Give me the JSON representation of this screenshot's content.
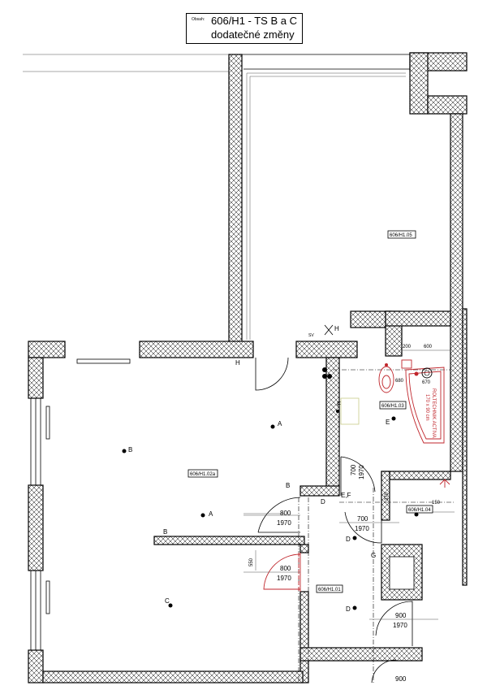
{
  "title_block": {
    "label_small": "Obsah:",
    "line1": "606/H1 - TS B a C",
    "line2": "dodatečné změny"
  },
  "rooms": [
    {
      "id": "r05",
      "label": "606/H1.05"
    },
    {
      "id": "r03",
      "label": "606/H1.03"
    },
    {
      "id": "r02a",
      "label": "606/H1.02a"
    },
    {
      "id": "r04",
      "label": "606/H1.04"
    },
    {
      "id": "r01",
      "label": "606/H1.01"
    }
  ],
  "doors": [
    {
      "width": "800",
      "height": "1970"
    },
    {
      "width": "700",
      "height": "1970"
    },
    {
      "width": "800",
      "height": "1970"
    },
    {
      "width": "700",
      "height": "1970"
    },
    {
      "width": "900",
      "height": "1970"
    },
    {
      "width": "900",
      "height": ""
    }
  ],
  "dimensions": {
    "d680": "680",
    "d670": "670",
    "d200": "200",
    "d600": "600",
    "d550": "550",
    "d150": "150",
    "d370": "370"
  },
  "fixtures": {
    "bathtub_brand": "ROLTECHNIK ACTIVA",
    "bathtub_size": "170 x 90 cm"
  },
  "markers": {
    "A": "A",
    "B": "B",
    "C": "C",
    "D": "D",
    "E": "E",
    "F": "F",
    "G": "G",
    "H": "H",
    "EF": "E,F",
    "SV": "SV"
  },
  "colors": {
    "wall_line": "#000000",
    "modification": "#c0262c",
    "hatch": "#000000"
  }
}
